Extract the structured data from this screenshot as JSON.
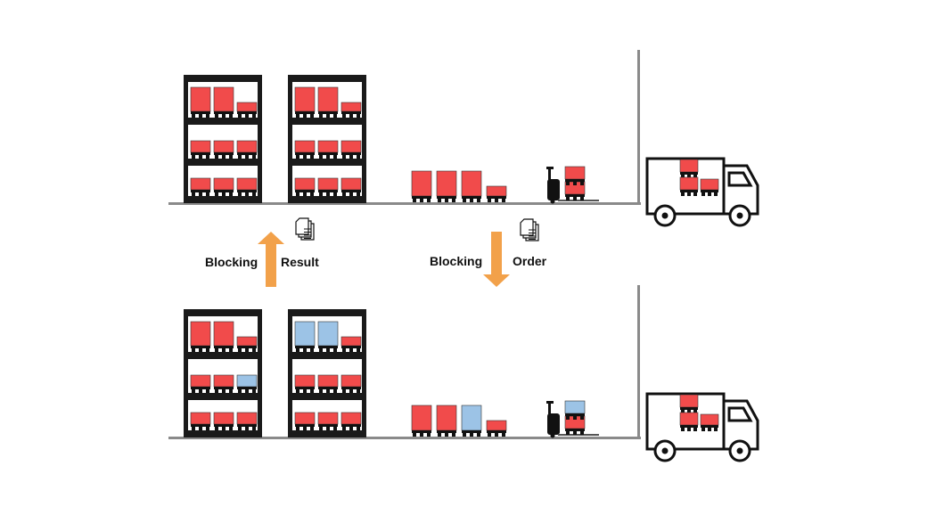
{
  "labels": {
    "left_blocking": "Blocking",
    "left_result": "Result",
    "right_blocking": "Blocking",
    "right_order": "Order"
  },
  "icons": {
    "up_arrow": "arrow-up-icon",
    "down_arrow": "arrow-down-icon",
    "documents": "documents-icon",
    "truck": "delivery-truck-icon",
    "forklift": "pallet-jack-icon",
    "shelf": "storage-rack-icon"
  },
  "colors": {
    "stock_red": "#f14b4b",
    "blocked_blue": "#9cc3e6",
    "arrow_orange": "#f2a14a",
    "rack_black": "#1a1a1a",
    "floor_gray": "#8a8a8a"
  },
  "scenes": {
    "before": {
      "shelf_1": [
        [
          "red",
          "red",
          "red-small"
        ],
        [
          "red-mid",
          "red-mid",
          "red-mid"
        ],
        [
          "red-mid",
          "red-mid",
          "red-mid"
        ]
      ],
      "shelf_2": [
        [
          "red",
          "red",
          "red-small"
        ],
        [
          "red-mid",
          "red-mid",
          "red-mid"
        ],
        [
          "red-mid",
          "red-mid",
          "red-mid"
        ]
      ],
      "floor_pallets": [
        "red",
        "red",
        "red",
        "red-small"
      ],
      "jack_load": [
        "red",
        "red"
      ],
      "truck_load": [
        "red",
        "red",
        "red-small"
      ]
    },
    "after": {
      "shelf_1": [
        [
          "red",
          "red",
          "red-small"
        ],
        [
          "red-mid",
          "red-mid",
          "blue-mid"
        ],
        [
          "red-mid",
          "red-mid",
          "red-mid"
        ]
      ],
      "shelf_2": [
        [
          "blue",
          "blue",
          "red-small"
        ],
        [
          "red-mid",
          "red-mid",
          "red-mid"
        ],
        [
          "red-mid",
          "red-mid",
          "red-mid"
        ]
      ],
      "floor_pallets": [
        "red",
        "red",
        "blue",
        "red-small"
      ],
      "jack_load": [
        "blue",
        "red"
      ],
      "truck_load": [
        "red",
        "red",
        "red-small"
      ]
    }
  }
}
